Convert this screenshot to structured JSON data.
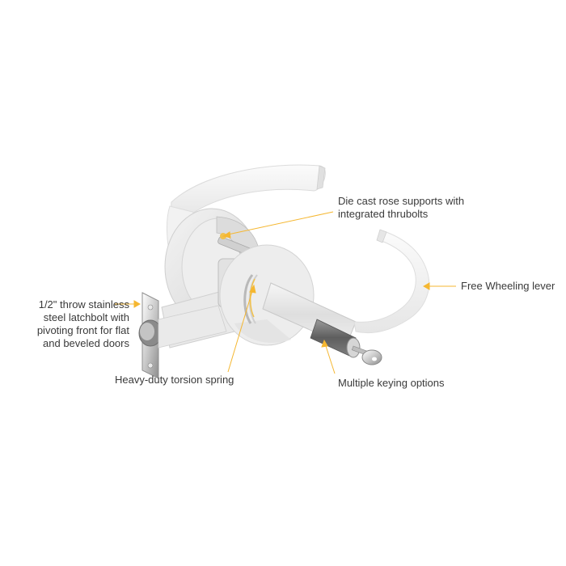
{
  "diagram": {
    "subject": "Cylindrical lever lockset cutaway",
    "accent_color": "#f5b731",
    "text_color": "#3a3a3a",
    "callouts": [
      {
        "id": "rose",
        "text": "Die cast rose supports with\nintegrated thrubolts",
        "arrow_direction": "left"
      },
      {
        "id": "lever",
        "text": "Free Wheeling lever",
        "arrow_direction": "left"
      },
      {
        "id": "latch",
        "text": "1/2\" throw stainless\nsteel latchbolt with\npivoting front for flat\nand beveled doors",
        "arrow_direction": "right"
      },
      {
        "id": "spring",
        "text": "Heavy-duty torsion spring",
        "arrow_direction": "up"
      },
      {
        "id": "keying",
        "text": "Multiple keying options",
        "arrow_direction": "up"
      }
    ],
    "parts": [
      "outside-lever",
      "inside-lever",
      "rose",
      "thrubolt",
      "chassis",
      "torsion-spring",
      "latchbolt",
      "cylinder",
      "key"
    ]
  }
}
